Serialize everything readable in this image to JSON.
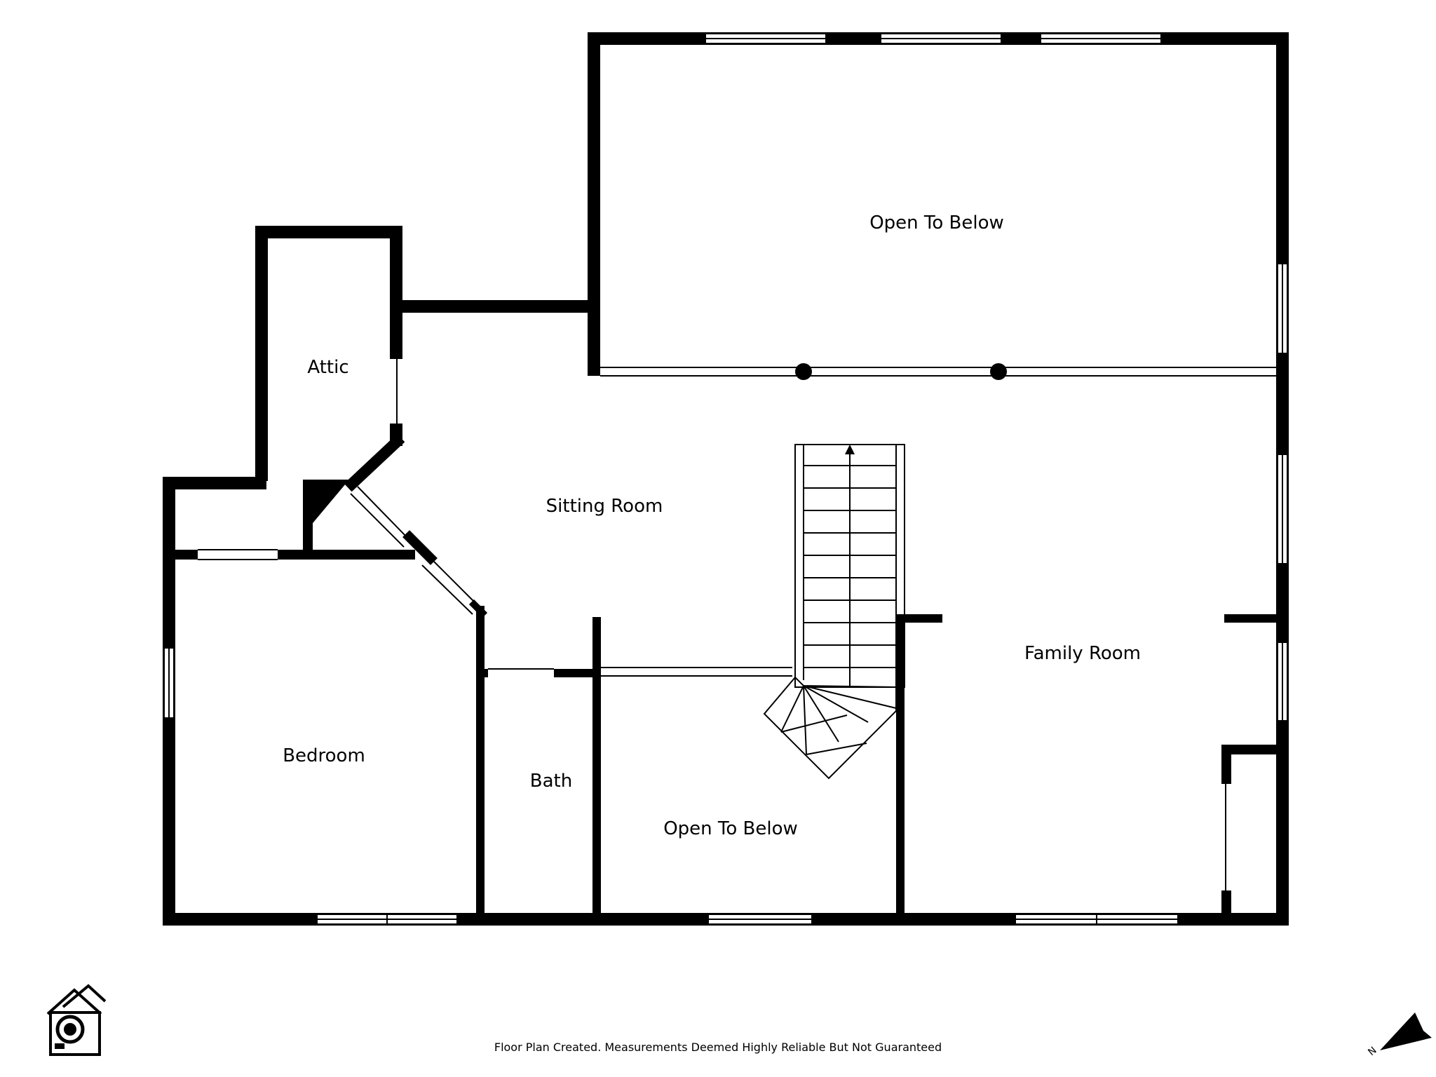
{
  "rooms": {
    "open_to_below_upper": "Open To Below",
    "attic": "Attic",
    "sitting_room": "Sitting Room",
    "family_room": "Family Room",
    "bedroom": "Bedroom",
    "bath": "Bath",
    "open_to_below_lower": "Open To Below"
  },
  "footer": {
    "disclaimer": "Floor Plan Created. Measurements Deemed Highly Reliable But Not Guaranteed"
  },
  "compass": {
    "label": "N"
  },
  "icons": {
    "logo": "house-camera-logo-icon",
    "compass": "north-arrow-icon"
  },
  "colors": {
    "wall": "#000000",
    "background": "#ffffff"
  }
}
